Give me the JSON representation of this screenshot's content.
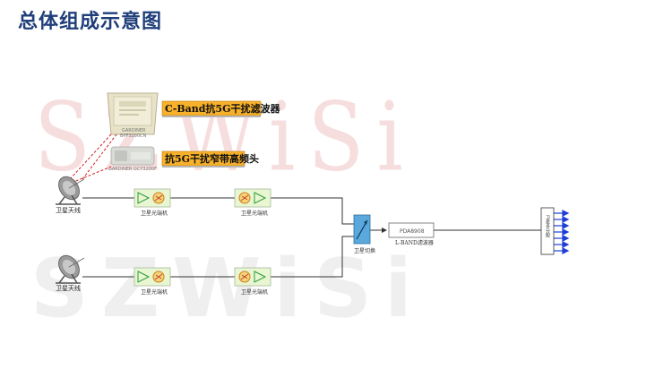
{
  "page": {
    "title": "总体组成示意图"
  },
  "watermark": {
    "top": "SZWiSi",
    "bottom": "SZWiSi"
  },
  "callouts": {
    "filter": "C-Band抗5G干扰滤波器",
    "lnb": "抗5G干扰窄带高频头"
  },
  "devices": {
    "filter_image_label_1": "GARDINER",
    "filter_image_label_2": "BPF3200CN",
    "lnb_image_label": "GARDINER GCY3200F"
  },
  "antennas": [
    {
      "label": "卫星天线"
    },
    {
      "label": "卫星天线"
    }
  ],
  "receivers": [
    {
      "label": "卫星光端机"
    },
    {
      "label": "卫星光端机"
    },
    {
      "label": "卫星光端机"
    },
    {
      "label": "卫星光端机"
    }
  ],
  "switch": {
    "label": "卫星切换"
  },
  "lband_filter": {
    "box_text": "PDA8908",
    "label": "L-BAND滤波器"
  },
  "distributor": {
    "label": "卫星多分配"
  },
  "colors": {
    "title": "#1f3e7a",
    "callout_bg": "#f7b12a",
    "block_fill": "#e8f7d2",
    "block_border": "#a9b89a",
    "switch_fill": "#5aa8dc",
    "line": "#333333",
    "dash": "#d22222",
    "output": "#1e3fd6"
  }
}
